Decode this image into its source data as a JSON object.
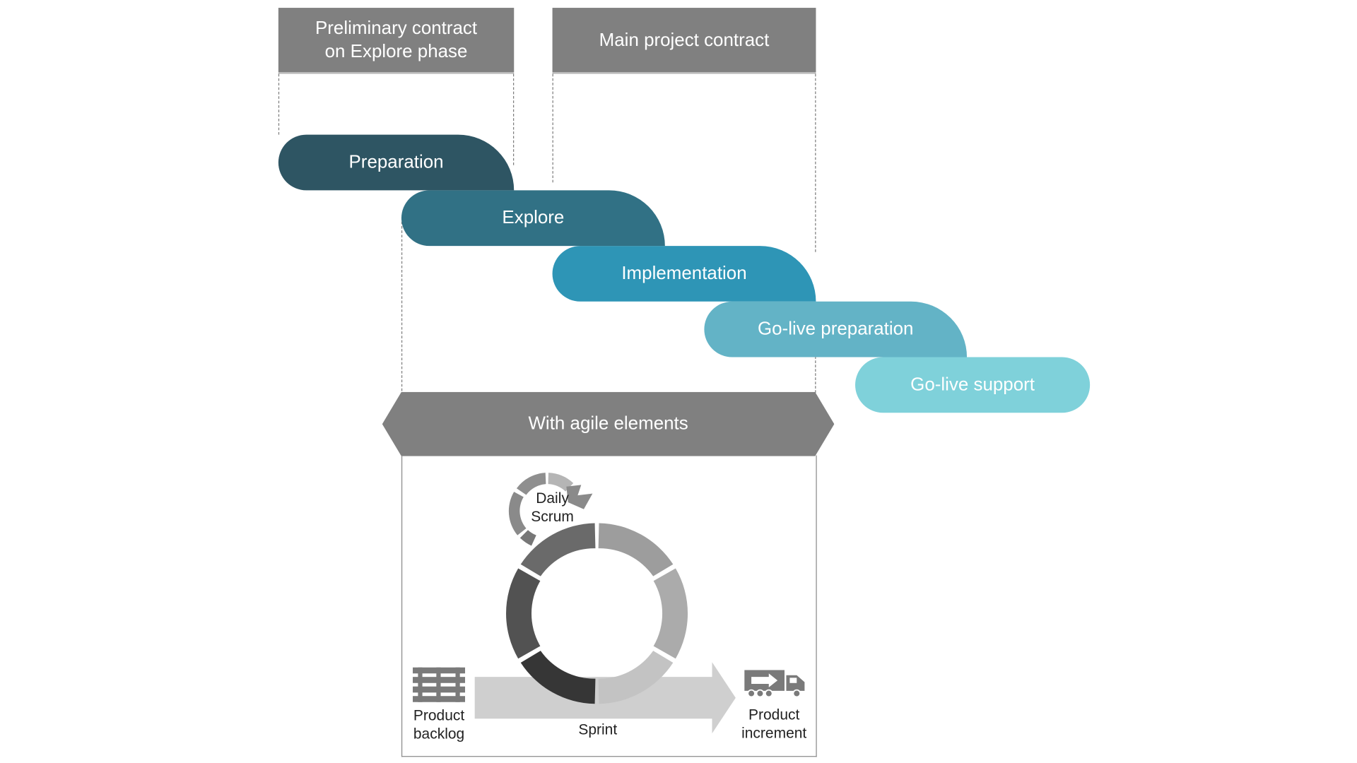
{
  "contracts": {
    "preliminary": "Preliminary contract\non Explore phase",
    "main": "Main project contract"
  },
  "phases": [
    {
      "label": "Preparation",
      "color": "#2e5563"
    },
    {
      "label": "Explore",
      "color": "#317185"
    },
    {
      "label": "Implementation",
      "color": "#2e95b6"
    },
    {
      "label": "Go-live preparation",
      "color": "#63b3c6"
    },
    {
      "label": "Go-live support",
      "color": "#7fd1da"
    }
  ],
  "agile": {
    "banner": "With agile elements",
    "daily_scrum": "Daily\nScrum",
    "sprint": "Sprint",
    "product_backlog": "Product\nbacklog",
    "product_increment": "Product\nincrement",
    "icons": [
      "backlog-icon",
      "delivery-truck-icon",
      "cycle-arrow-icon"
    ]
  }
}
